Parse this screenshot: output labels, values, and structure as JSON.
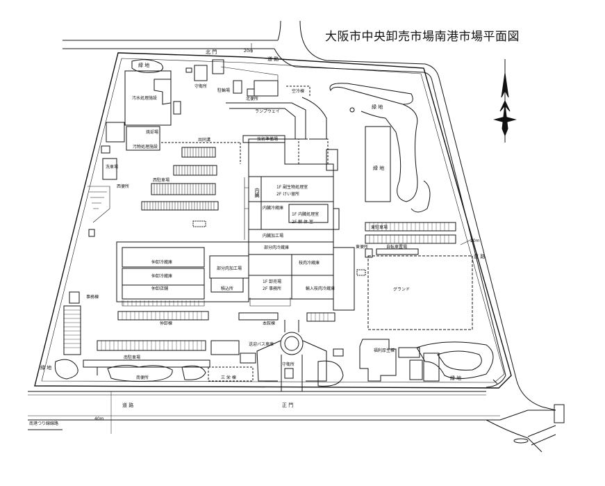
{
  "title": "大阪市中央卸売市場南港市場平面図",
  "labels": {
    "green_nw": "緑 地",
    "north_gate": "北 門",
    "road_north": "道 路",
    "width_20m_north": "20m",
    "guard_north": "守衛所",
    "parking_bike": "駐輪場",
    "north_toilet": "北便所",
    "radio": "空冷棟",
    "green_ne": "緑 地",
    "sewage_plant": "汚水処理施設",
    "ramp_way": "ランプウェイ",
    "incinerator": "焼却場",
    "sewage_plant2": "汚物処理施設",
    "common_path": "共同溝",
    "by_product_prep": "技術準備場",
    "car_wash": "洗車場",
    "toilet_w": "西便所",
    "west_parking": "西駐車場",
    "byproduct_1f": "1F 副生物処理室",
    "byproduct_2f": "2F けい留所",
    "green_e": "緑 地",
    "fresh_meat_v": "内臓",
    "meat_process_1f": "1F 内臓処理室",
    "meat_process_2f": "2F 解 体 室",
    "meat_store_v": "内臓冷蔵庫",
    "meat_factory": "内臓加工場",
    "east_parking": "東駐車場",
    "toilet_e": "東便所",
    "bike_parking_e": "自転車置場",
    "width_20m_east": "20m",
    "road_east": "道 路",
    "split_meat_cold": "部分肉冷蔵庫",
    "wholesale_cold1": "仲卸冷蔵庫",
    "wholesale_cold2": "仲卸冷蔵庫",
    "split_meat_proc": "部分肉加工場",
    "carcass_cold": "枝肉冷蔵庫",
    "ground": "グランド",
    "office_bldg": "事務棟",
    "wholesale_shop": "仲卸店舗",
    "storage": "積込所",
    "auction_1f": "1F 卸売場",
    "auction_2f": "2F 事務所",
    "import_cold": "輸入枝肉冷蔵庫",
    "wholesale_bldg": "仲卸棟",
    "main_bldg": "本館棟",
    "bus_parking": "送迎バス車庫",
    "welfare": "福利厚生棟",
    "south_parking": "南駐車場",
    "guard_south": "守衛所",
    "green_sw": "緑 地",
    "south_toilet": "南便所",
    "three_bldg": "三 栄 棟",
    "green_se": "緑 地",
    "road_south": "道 路",
    "main_gate": "正 門",
    "width_40m": "40m",
    "rail_line": "南港つり線線路"
  }
}
